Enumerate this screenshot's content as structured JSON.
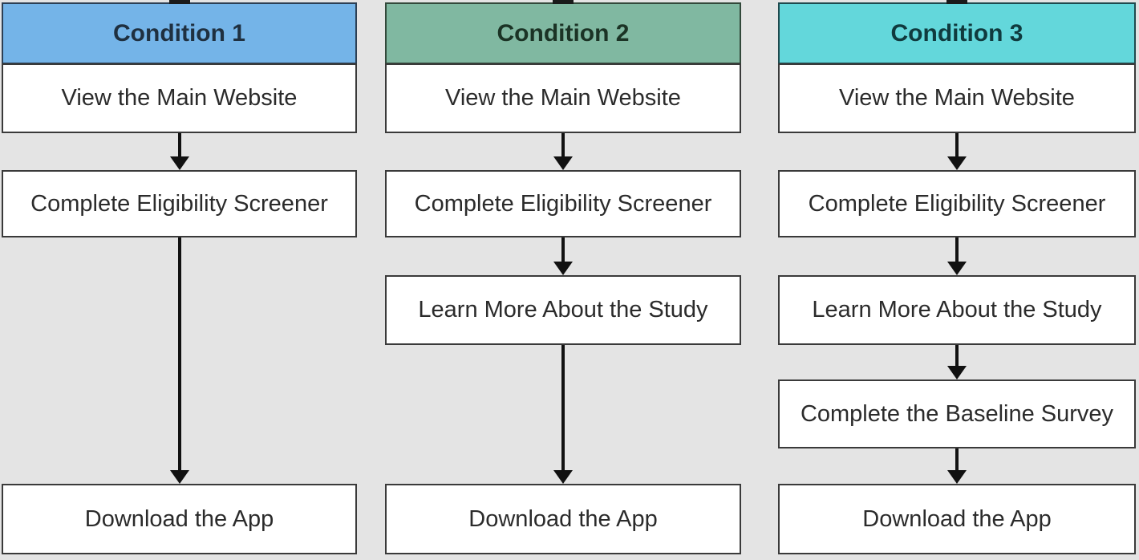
{
  "canvas": {
    "background_color": "#e4e4e4",
    "arrow_color": "#111111",
    "box_fill": "#ffffff",
    "box_border_color": "#3a3a3a",
    "step_text_color": "#2b2b2b"
  },
  "columns": [
    {
      "header": {
        "label": "Condition 1",
        "fill": "#74b4e8",
        "border_color": "#2c3f54",
        "text_color": "#1f3040"
      },
      "steps": [
        "View the Main Website",
        "Complete Eligibility Screener",
        "Download the App"
      ]
    },
    {
      "header": {
        "label": "Condition 2",
        "fill": "#80b8a1",
        "border_color": "#33493b",
        "text_color": "#1b3325"
      },
      "steps": [
        "View the Main Website",
        "Complete Eligibility Screener",
        "Learn More About the Study",
        "Download the App"
      ]
    },
    {
      "header": {
        "label": "Condition 3",
        "fill": "#63d7db",
        "border_color": "#1f4a4e",
        "text_color": "#103a3e"
      },
      "steps": [
        "View the Main Website",
        "Complete Eligibility Screener",
        "Learn More About the Study",
        "Complete the Baseline Survey",
        "Download the App"
      ]
    }
  ]
}
